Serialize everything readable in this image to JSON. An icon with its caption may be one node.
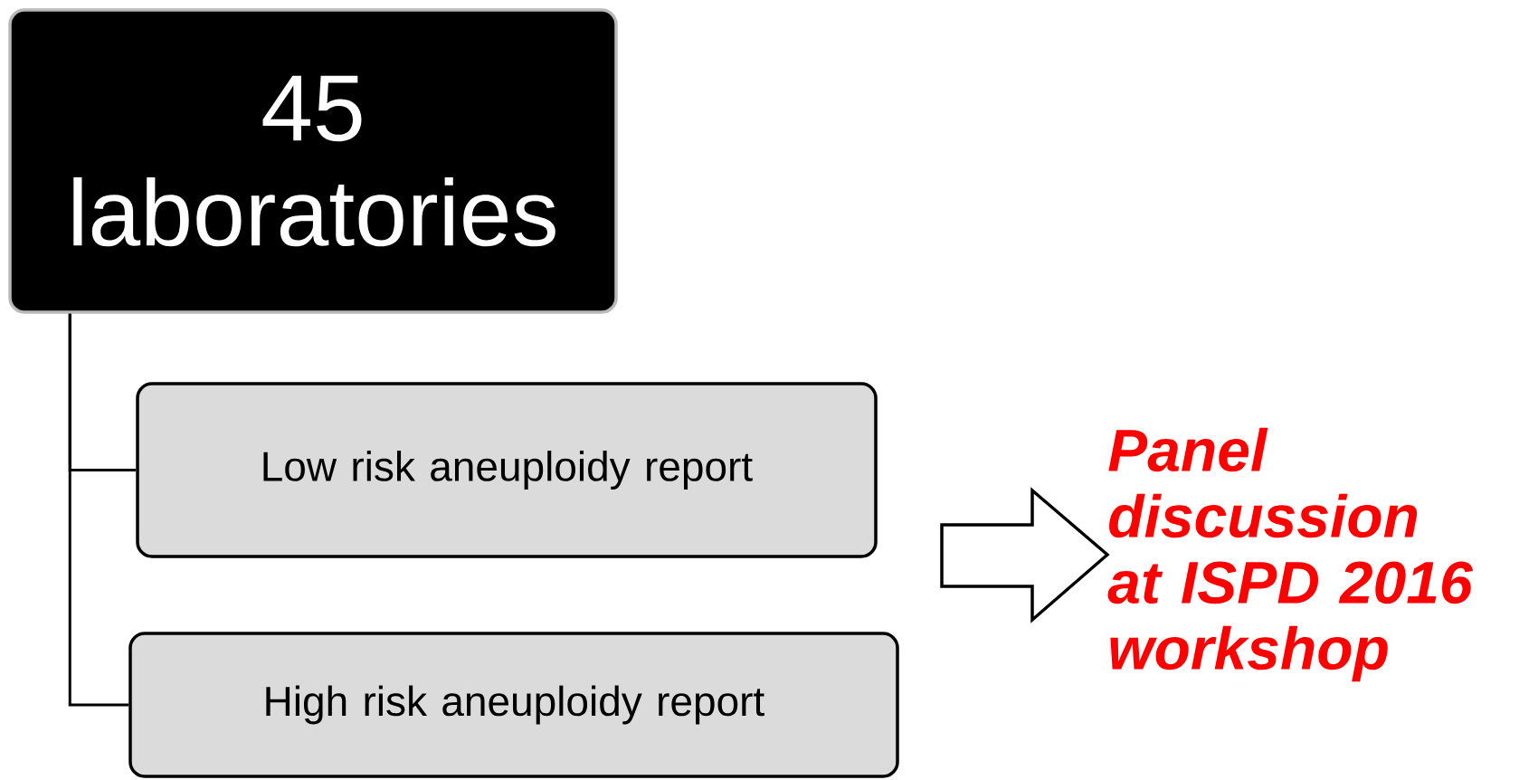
{
  "diagram": {
    "nodes": [
      {
        "text": [
          "45 laboratories"
        ]
      },
      {
        "text": [
          "Low risk aneuploidy report"
        ]
      },
      {
        "text": [
          "High risk aneuploidy report"
        ]
      },
      {
        "text": [
          "Panel discussion at ISPD 2016 workshop"
        ]
      }
    ],
    "edges": [
      {
        "from": 0,
        "to": 1,
        "arrow": "none"
      },
      {
        "from": 0,
        "to": 2,
        "arrow": "none"
      },
      {
        "from": null,
        "to": 3,
        "arrow": "to",
        "style": "thick"
      }
    ]
  }
}
